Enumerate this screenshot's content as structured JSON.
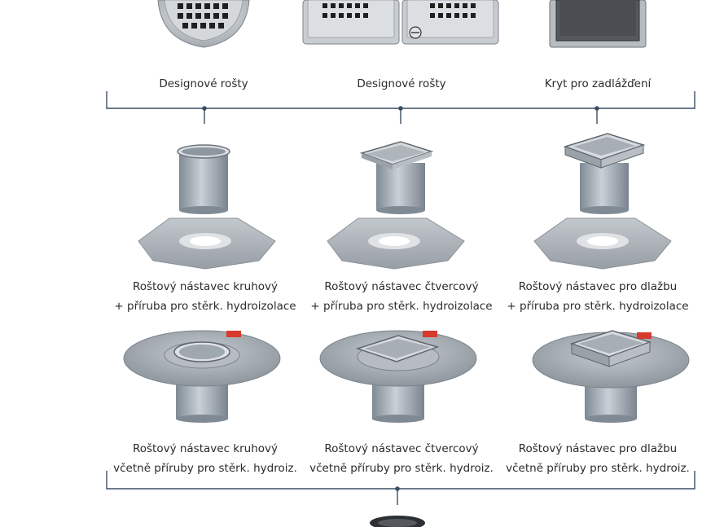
{
  "row_top": {
    "items": [
      {
        "label": "Designové rošty"
      },
      {
        "label": "Designové rošty"
      },
      {
        "label": "Kryt pro zadlážďení"
      }
    ]
  },
  "row_middle": {
    "items": [
      {
        "line1": "Roštový nástavec kruhový",
        "line2": "+ příruba pro stěrk. hydroizolace"
      },
      {
        "line1": "Roštový nástavec čtvercový",
        "line2": "+ příruba pro stěrk. hydroizolace"
      },
      {
        "line1": "Roštový nástavec pro dlažbu",
        "line2": "+ příruba pro stěrk. hydroizolace"
      }
    ]
  },
  "row_bottom": {
    "items": [
      {
        "line1": "Roštový nástavec kruhový",
        "line2": "včetně příruby pro stěrk. hydroiz."
      },
      {
        "line1": "Roštový nástavec čtvercový",
        "line2": "včetně příruby pro stěrk. hydroiz."
      },
      {
        "line1": "Roštový nástavec pro dlažbu",
        "line2": "včetně příruby pro stěrk. hydroiz."
      }
    ]
  },
  "colors": {
    "connector_line": "#3b4e63",
    "steel": "#c3c7cc",
    "steel_dark": "#8c949c",
    "membrane": "#a9b0b8",
    "pipe": "#9aa4ae"
  }
}
